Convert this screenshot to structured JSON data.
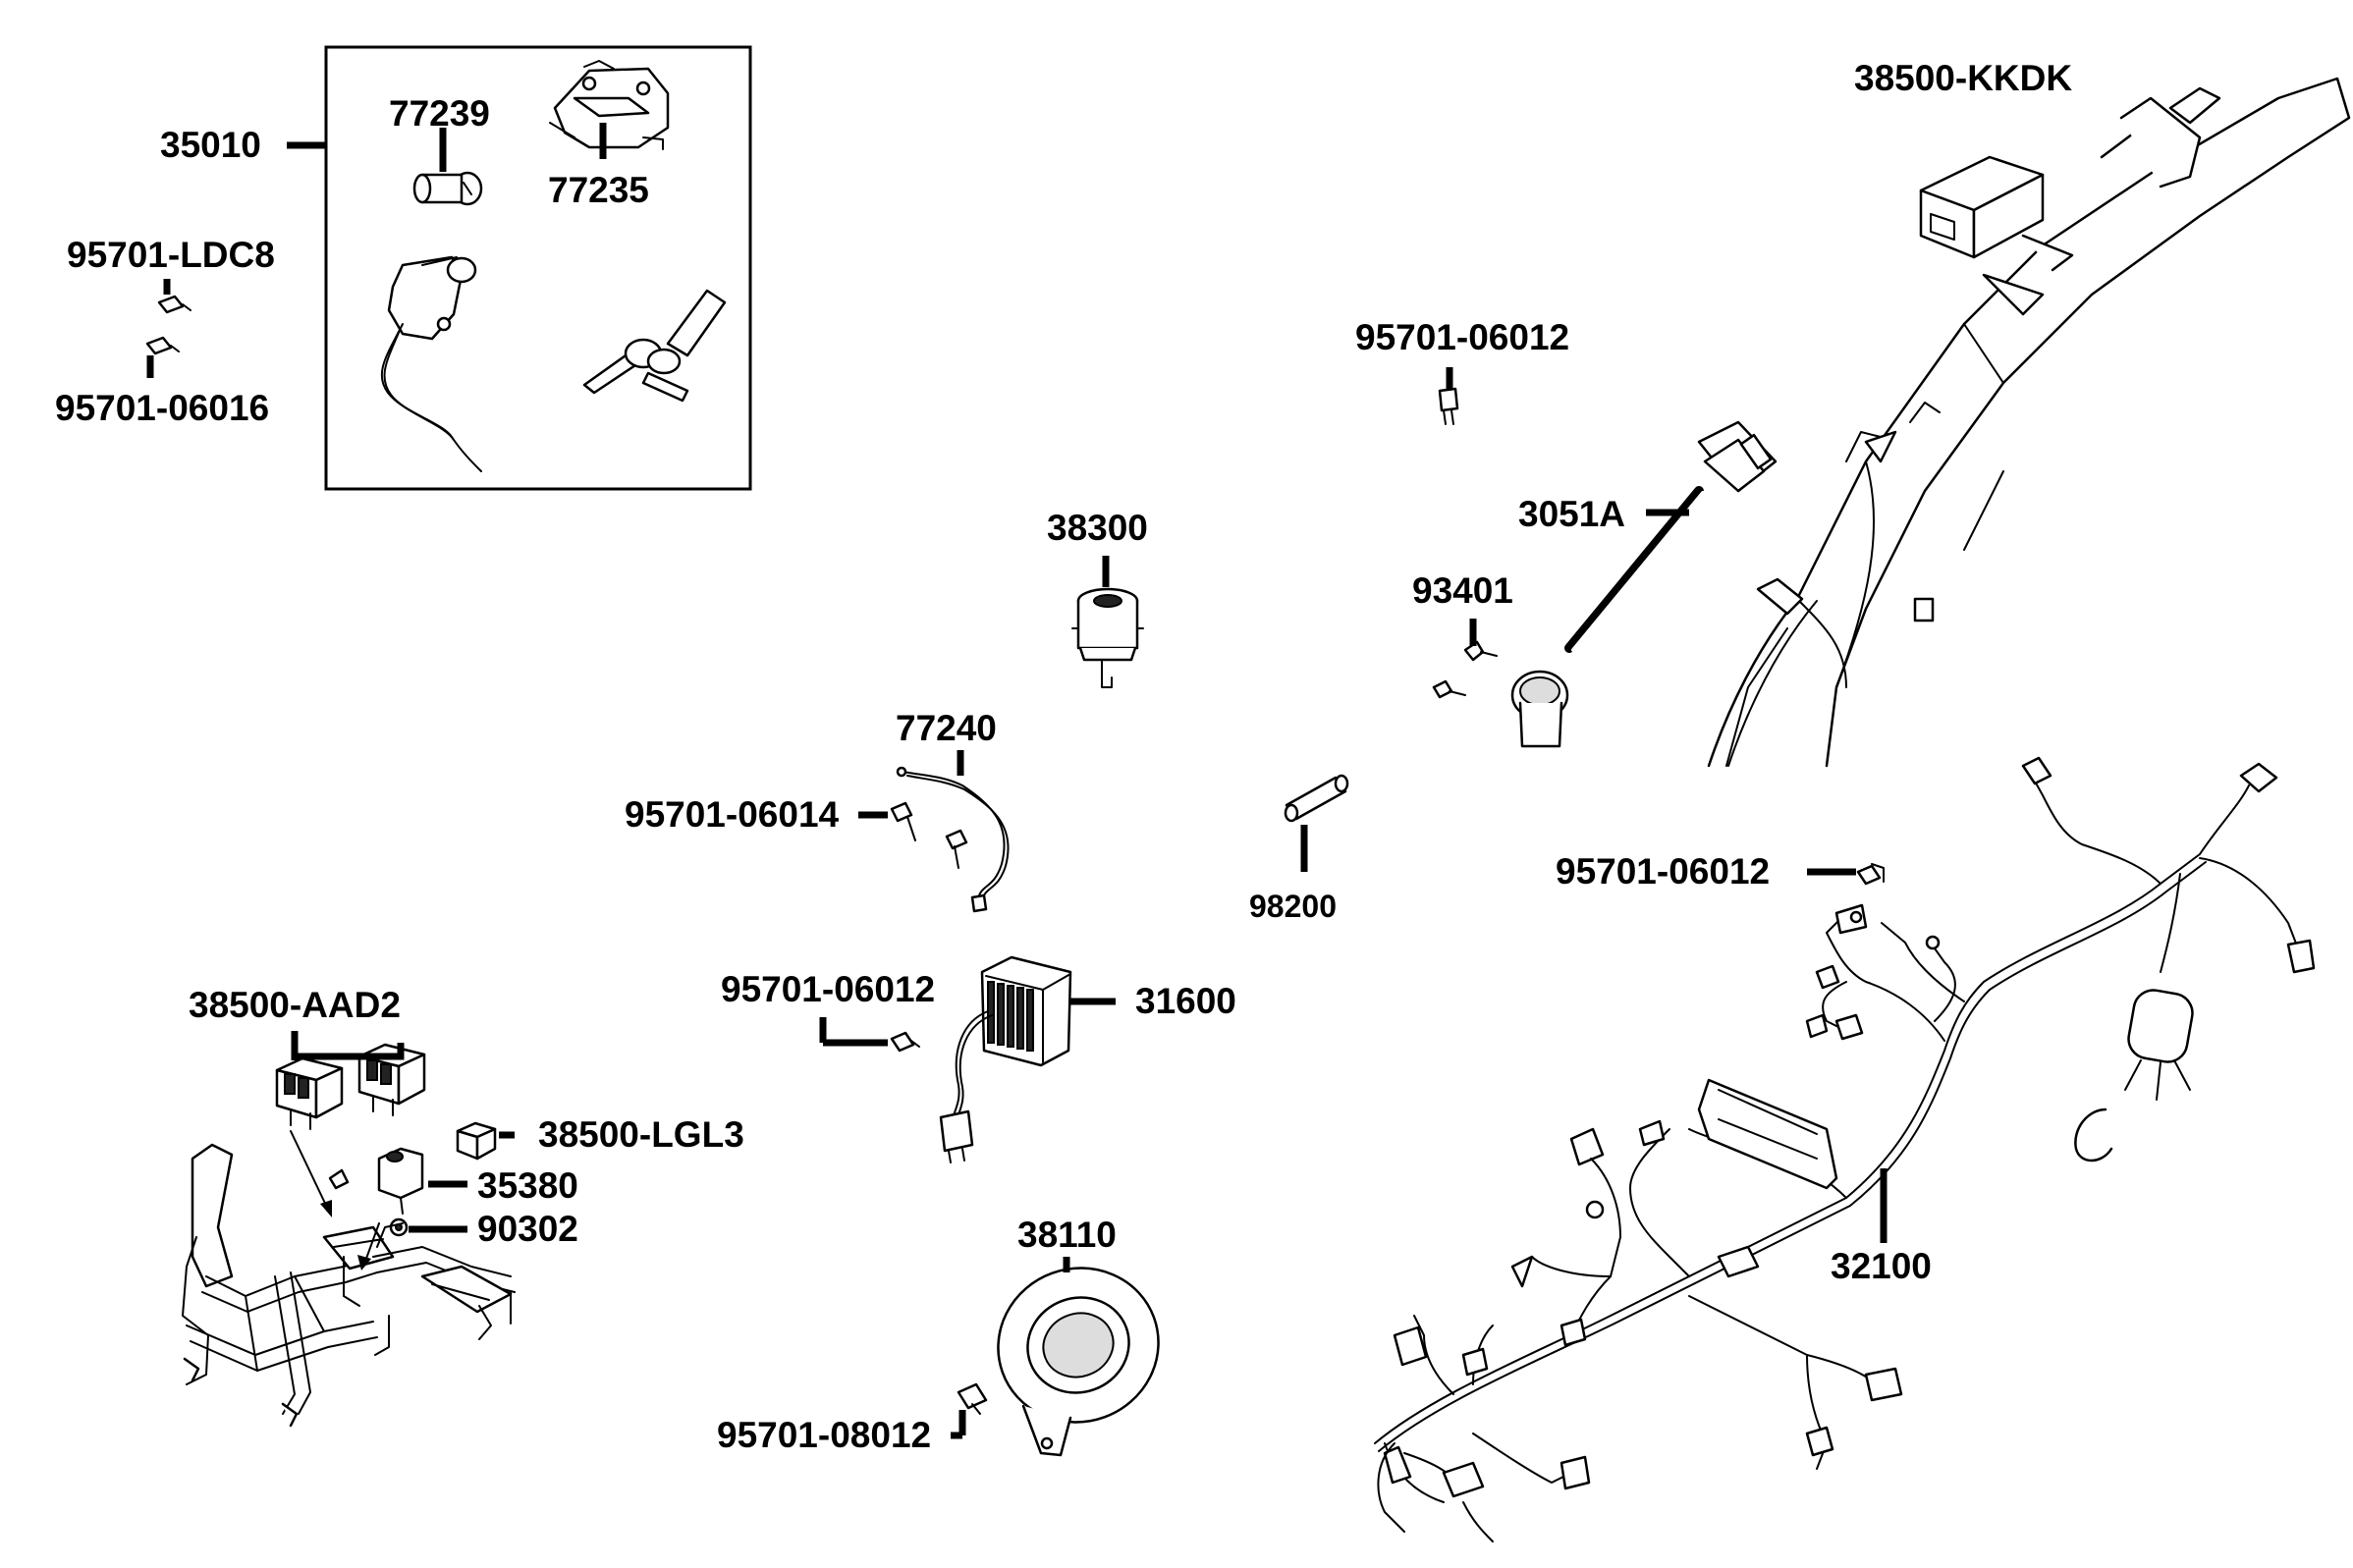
{
  "parts": {
    "p35010": "35010",
    "p77239": "77239",
    "p77235": "77235",
    "p95701_LDC8": "95701-LDC8",
    "p95701_06016": "95701-06016",
    "p38500_KKDK": "38500-KKDK",
    "p95701_06012_top": "95701-06012",
    "p3051A": "3051A",
    "p93401": "93401",
    "p38300": "38300",
    "p77240": "77240",
    "p95701_06014": "95701-06014",
    "p98200": "98200",
    "p95701_06012_right": "95701-06012",
    "p95701_06012_mid": "95701-06012",
    "p31600": "31600",
    "p38500_AAD2": "38500-AAD2",
    "p38500_LGL3": "38500-LGL3",
    "p35380": "35380",
    "p90302": "90302",
    "p38110": "38110",
    "p95701_08012": "95701-08012",
    "p32100": "32100"
  },
  "icons": {
    "ignition_switch_set": "ignition-switch-kit-icon",
    "frame": "scooter-frame-icon",
    "wiring_harness": "wiring-harness-icon",
    "horn": "horn-icon",
    "regulator": "regulator-rectifier-icon",
    "starter_relay": "starter-relay-icon",
    "ignition_coil": "ignition-coil-icon"
  }
}
